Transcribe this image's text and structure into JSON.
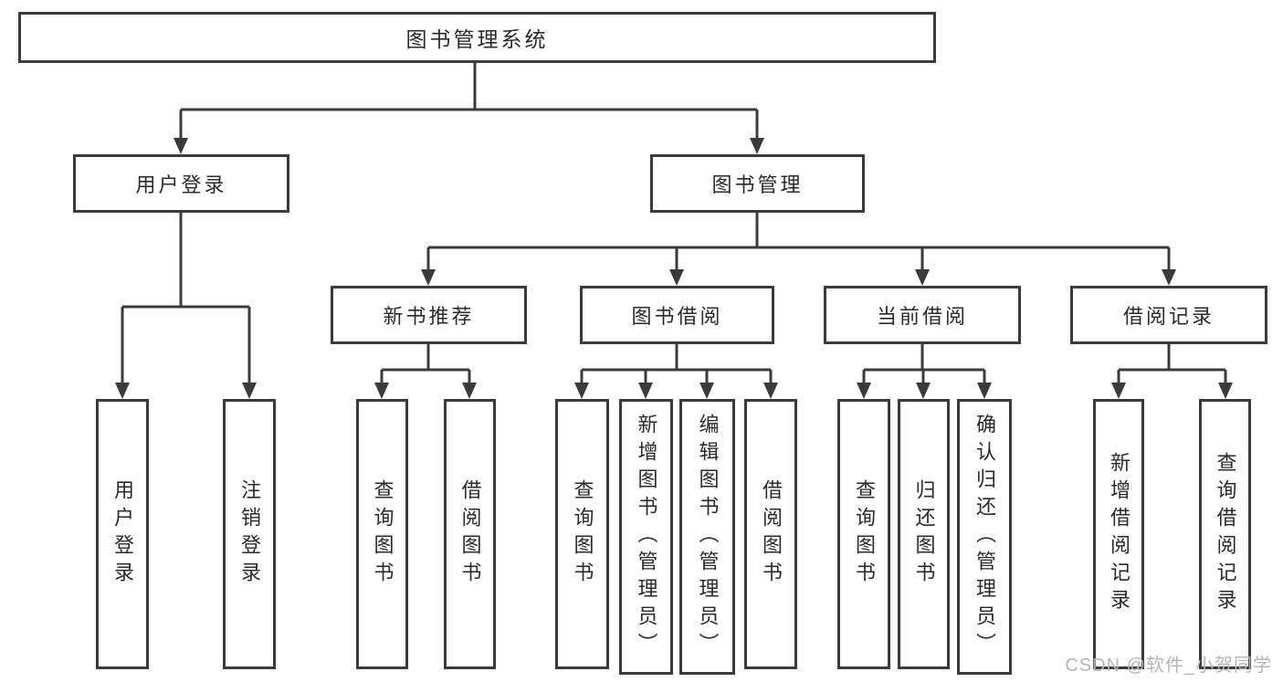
{
  "tree": {
    "label": "图书管理系统",
    "children": [
      {
        "label": "用户登录",
        "children": [
          {
            "label": "用户登录"
          },
          {
            "label": "注销登录"
          }
        ]
      },
      {
        "label": "图书管理",
        "children": [
          {
            "label": "新书推荐",
            "children": [
              {
                "label": "查询图书"
              },
              {
                "label": "借阅图书"
              }
            ]
          },
          {
            "label": "图书借阅",
            "children": [
              {
                "label": "查询图书"
              },
              {
                "label": "新增图书（管理员）"
              },
              {
                "label": "编辑图书（管理员）"
              },
              {
                "label": "借阅图书"
              }
            ]
          },
          {
            "label": "当前借阅",
            "children": [
              {
                "label": "查询图书"
              },
              {
                "label": "归还图书"
              },
              {
                "label": "确认归还（管理员）"
              }
            ]
          },
          {
            "label": "借阅记录",
            "children": [
              {
                "label": "新增借阅记录"
              },
              {
                "label": "查询借阅记录"
              }
            ]
          }
        ]
      }
    ]
  },
  "watermark": "CSDN @软件_小贺同学",
  "colors": {
    "line": "#3b3b3b",
    "text": "#2a2a2a",
    "watermark": "#b5b5b5",
    "background": "#ffffff"
  }
}
